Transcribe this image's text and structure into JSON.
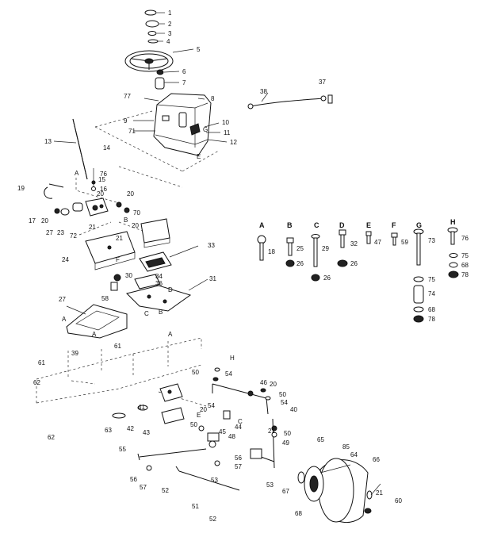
{
  "callouts": [
    {
      "id": "c1",
      "text": "1"
    },
    {
      "id": "c2",
      "text": "2"
    },
    {
      "id": "c3",
      "text": "3"
    },
    {
      "id": "c4",
      "text": "4"
    },
    {
      "id": "c5",
      "text": "5"
    },
    {
      "id": "c6",
      "text": "6"
    },
    {
      "id": "c7",
      "text": "7"
    },
    {
      "id": "c8",
      "text": "8"
    },
    {
      "id": "c9",
      "text": "9"
    },
    {
      "id": "c10",
      "text": "10"
    },
    {
      "id": "c11",
      "text": "11"
    },
    {
      "id": "c12",
      "text": "12"
    },
    {
      "id": "c13",
      "text": "13"
    },
    {
      "id": "c14",
      "text": "14"
    },
    {
      "id": "c15",
      "text": "15"
    },
    {
      "id": "c16",
      "text": "16"
    },
    {
      "id": "c17",
      "text": "17"
    },
    {
      "id": "c19",
      "text": "19"
    },
    {
      "id": "c20a",
      "text": "20"
    },
    {
      "id": "c20b",
      "text": "20"
    },
    {
      "id": "c21a",
      "text": "21"
    },
    {
      "id": "c21b",
      "text": "21"
    },
    {
      "id": "c23",
      "text": "23"
    },
    {
      "id": "c24",
      "text": "24"
    },
    {
      "id": "c27a",
      "text": "27"
    },
    {
      "id": "c27b",
      "text": "27"
    },
    {
      "id": "c30",
      "text": "30"
    },
    {
      "id": "c31",
      "text": "31"
    },
    {
      "id": "c33",
      "text": "33"
    },
    {
      "id": "c34",
      "text": "34"
    },
    {
      "id": "c36",
      "text": "36"
    },
    {
      "id": "c37",
      "text": "37"
    },
    {
      "id": "c38",
      "text": "38"
    },
    {
      "id": "c39",
      "text": "39"
    },
    {
      "id": "c40",
      "text": "40"
    },
    {
      "id": "c41",
      "text": "41"
    },
    {
      "id": "c42",
      "text": "42"
    },
    {
      "id": "c43",
      "text": "43"
    },
    {
      "id": "c44",
      "text": "44"
    },
    {
      "id": "c45",
      "text": "45"
    },
    {
      "id": "c46",
      "text": "46"
    },
    {
      "id": "c48",
      "text": "48"
    },
    {
      "id": "c49",
      "text": "49"
    },
    {
      "id": "c50a",
      "text": "50"
    },
    {
      "id": "c50b",
      "text": "50"
    },
    {
      "id": "c50c",
      "text": "50"
    },
    {
      "id": "c50d",
      "text": "50"
    },
    {
      "id": "c51",
      "text": "51"
    },
    {
      "id": "c52a",
      "text": "52"
    },
    {
      "id": "c52b",
      "text": "52"
    },
    {
      "id": "c53a",
      "text": "53"
    },
    {
      "id": "c53b",
      "text": "53"
    },
    {
      "id": "c54a",
      "text": "54"
    },
    {
      "id": "c54b",
      "text": "54"
    },
    {
      "id": "c54c",
      "text": "54"
    },
    {
      "id": "c55",
      "text": "55"
    },
    {
      "id": "c56a",
      "text": "56"
    },
    {
      "id": "c56b",
      "text": "56"
    },
    {
      "id": "c57a",
      "text": "57"
    },
    {
      "id": "c57b",
      "text": "57"
    },
    {
      "id": "c58",
      "text": "58"
    },
    {
      "id": "c60",
      "text": "60"
    },
    {
      "id": "c61a",
      "text": "61"
    },
    {
      "id": "c61b",
      "text": "61"
    },
    {
      "id": "c62a",
      "text": "62"
    },
    {
      "id": "c62b",
      "text": "62"
    },
    {
      "id": "c63",
      "text": "63"
    },
    {
      "id": "c64",
      "text": "64"
    },
    {
      "id": "c65",
      "text": "65"
    },
    {
      "id": "c66",
      "text": "66"
    },
    {
      "id": "c67",
      "text": "67"
    },
    {
      "id": "c68",
      "text": "68"
    },
    {
      "id": "c70",
      "text": "70"
    },
    {
      "id": "c71",
      "text": "71"
    },
    {
      "id": "c72",
      "text": "72"
    },
    {
      "id": "c76",
      "text": "76"
    },
    {
      "id": "c77",
      "text": "77"
    },
    {
      "id": "c85",
      "text": "85"
    },
    {
      "id": "cA1",
      "text": "A"
    },
    {
      "id": "cA2",
      "text": "A"
    },
    {
      "id": "cA3",
      "text": "A"
    },
    {
      "id": "cA4",
      "text": "A"
    },
    {
      "id": "cB1",
      "text": "B"
    },
    {
      "id": "cB2",
      "text": "B"
    },
    {
      "id": "cC1",
      "text": "C"
    },
    {
      "id": "cC2",
      "text": "C"
    },
    {
      "id": "cD1",
      "text": "D"
    },
    {
      "id": "cE1",
      "text": "E"
    },
    {
      "id": "cE2",
      "text": "E"
    },
    {
      "id": "cF1",
      "text": "F"
    },
    {
      "id": "cG1",
      "text": "G"
    },
    {
      "id": "cH1",
      "text": "H"
    },
    {
      "id": "c20c",
      "text": "20"
    },
    {
      "id": "c20d",
      "text": "20"
    },
    {
      "id": "c20e",
      "text": "20"
    },
    {
      "id": "c20f",
      "text": "20"
    },
    {
      "id": "c21c",
      "text": "21"
    },
    {
      "id": "c21d",
      "text": "21"
    },
    {
      "id": "c60b",
      "text": "20"
    }
  ],
  "hardware_legend": {
    "headers": [
      "A",
      "B",
      "C",
      "D",
      "E",
      "F",
      "G",
      "H"
    ],
    "items": [
      {
        "col": "A",
        "numbers": [
          "18"
        ]
      },
      {
        "col": "B",
        "numbers": [
          "25",
          "26"
        ]
      },
      {
        "col": "C",
        "numbers": [
          "29",
          "26"
        ]
      },
      {
        "col": "D",
        "numbers": [
          "32",
          "26"
        ]
      },
      {
        "col": "E",
        "numbers": [
          "47"
        ]
      },
      {
        "col": "F",
        "numbers": [
          "59"
        ]
      },
      {
        "col": "G",
        "numbers": [
          "73",
          "75",
          "74",
          "68",
          "78"
        ]
      },
      {
        "col": "H",
        "numbers": [
          "76",
          "75",
          "68",
          "78"
        ]
      }
    ]
  }
}
